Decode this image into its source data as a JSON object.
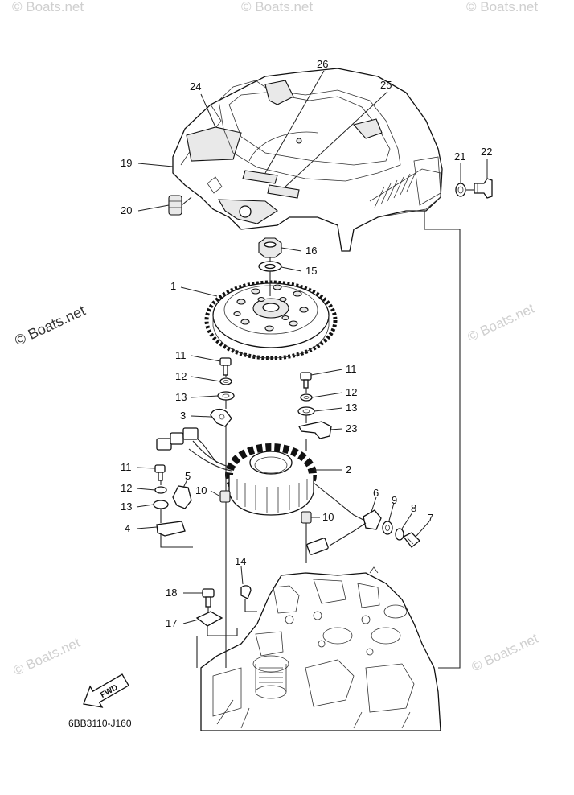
{
  "diagram": {
    "code": "6BB3110-J160",
    "fwd_label": "FWD",
    "watermark_main": "© Boats.net",
    "watermark_faint": "© Boats.net",
    "callouts": [
      "24",
      "26",
      "25",
      "19",
      "21",
      "22",
      "20",
      "16",
      "15",
      "1",
      "11",
      "12",
      "13",
      "3",
      "11",
      "12",
      "13",
      "23",
      "2",
      "11",
      "12",
      "13",
      "4",
      "5",
      "10",
      "10",
      "6",
      "9",
      "8",
      "7",
      "14",
      "18",
      "17"
    ]
  }
}
